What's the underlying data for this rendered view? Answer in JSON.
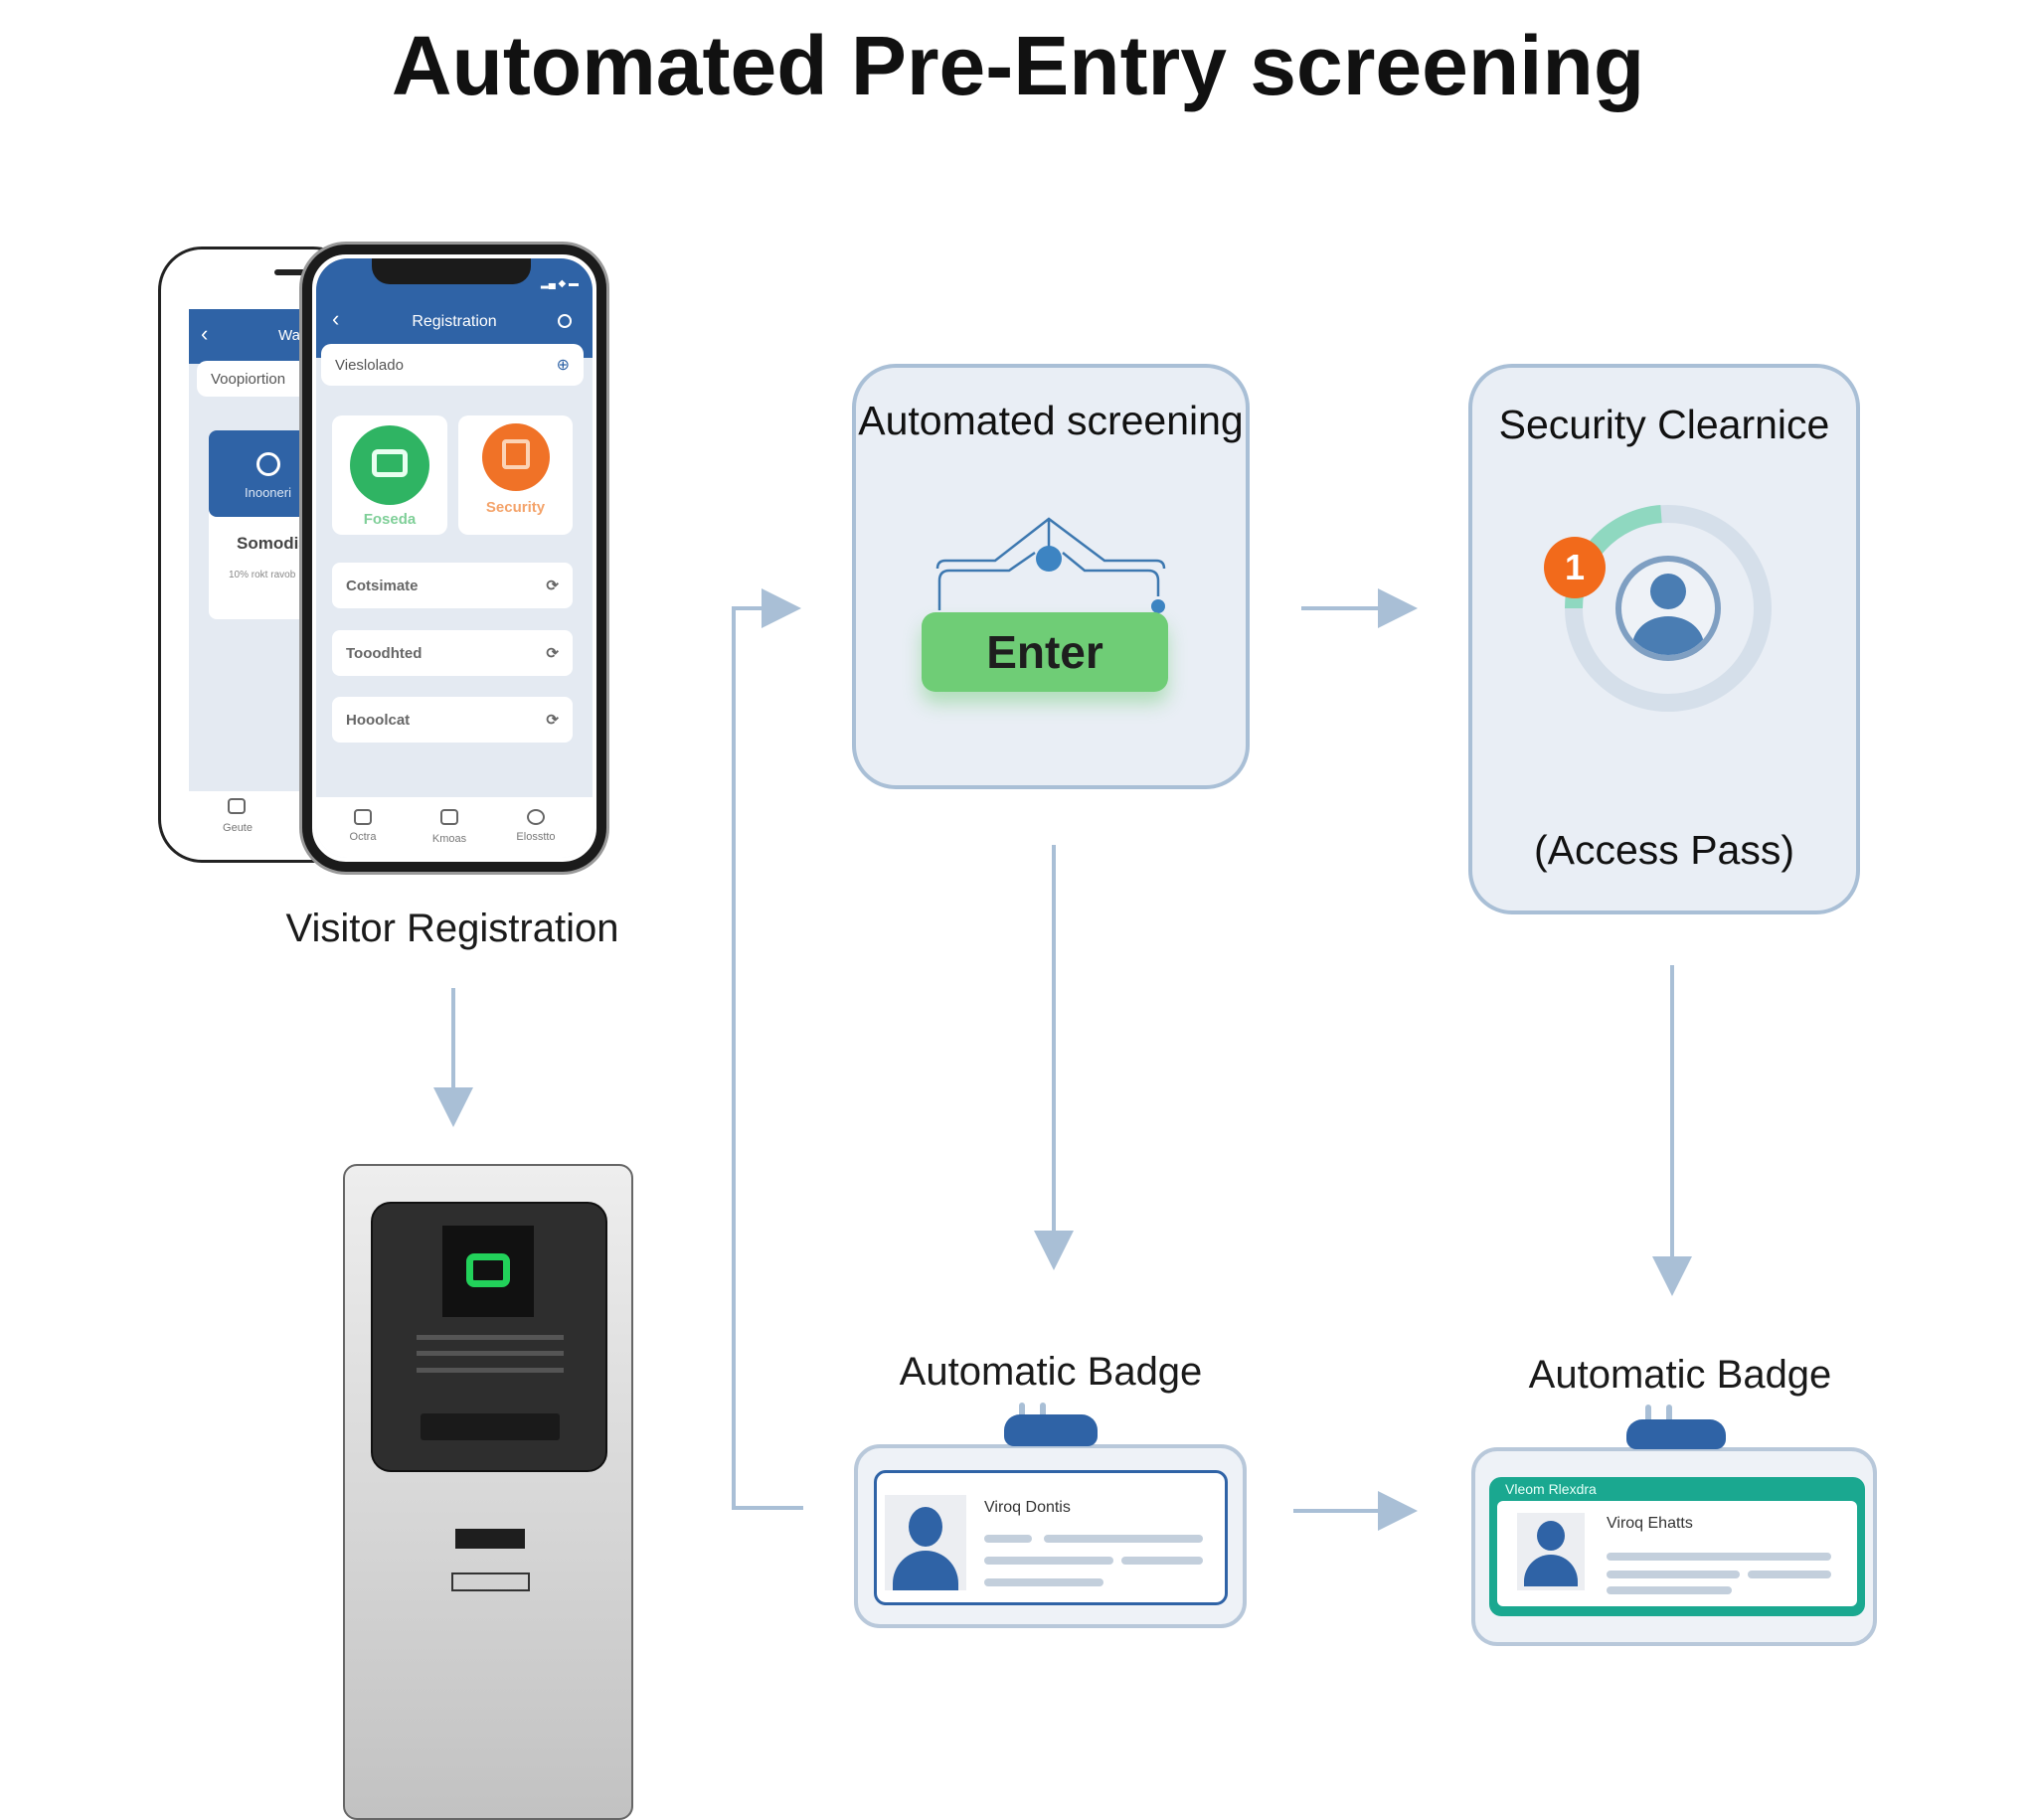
{
  "title": "Automated Pre-Entry screening",
  "visitor_registration": {
    "label": "Visitor Registration",
    "back_phone": {
      "header": "Wa",
      "field": "Voopiortion",
      "card_label": "Inooneri",
      "card_title": "Somodia",
      "card_sub": "10% rokt ravob",
      "nav_label": "Geute"
    },
    "front_phone": {
      "header": "Registration",
      "search_value": "Vieslolado",
      "tiles": [
        {
          "label": "Foseda",
          "color": "#2fb463"
        },
        {
          "label": "Security",
          "color": "#f07227"
        }
      ],
      "list_items": [
        "Cotsimate",
        "Tooodhted",
        "Hooolcat"
      ],
      "nav_items": [
        "Octra",
        "Kmoas",
        "Elosstto"
      ]
    }
  },
  "kiosk": {
    "accent": "#22d15a"
  },
  "automated_screening": {
    "title": "Automated screening",
    "button": "Enter",
    "button_color": "#6fcd76"
  },
  "security_clearance": {
    "title": "Security Clearnice",
    "subtitle": "(Access Pass)",
    "notification_count": "1",
    "notification_color": "#f26a1b",
    "progress_color": "#8fd8c0"
  },
  "badges": [
    {
      "label": "Automatic Badge",
      "name": "Viroq Dontis"
    },
    {
      "label": "Automatic Badge",
      "header": "Vleom Rlexdra",
      "name": "Viroq Ehatts",
      "header_color": "#1aa890"
    }
  ],
  "colors": {
    "arrow": "#a9bfd6",
    "primary_blue": "#2f63a6"
  }
}
